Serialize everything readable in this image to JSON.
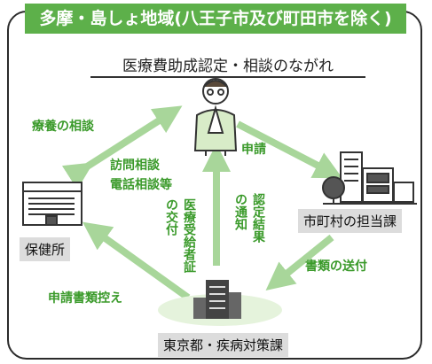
{
  "banner": {
    "title": "多摩・島しょ地域(八王子市及び町田市を除く)"
  },
  "subtitle": "医療費助成認定・相談のながれ",
  "nodes": {
    "health_center": "保健所",
    "municipal": "市町村の担当課",
    "tokyo": "東京都・疾病対策課"
  },
  "flows": {
    "consult": "療養の相談",
    "visit_phone_1": "訪問相談",
    "visit_phone_2": "電話相談等",
    "apply": "申請",
    "docs_send": "書類の送付",
    "copy": "申請書類控え",
    "cert_col1": "医療受給者証",
    "cert_col2": "の交付",
    "result_col1": "認定結果",
    "result_col2": "の通知"
  },
  "colors": {
    "green": "#5db04a",
    "arrow": "#a8d69a",
    "label_green": "#3a9a2a"
  },
  "icons": [
    "person-icon",
    "hospital-building-icon",
    "city-buildings-icon",
    "office-tower-icon"
  ]
}
